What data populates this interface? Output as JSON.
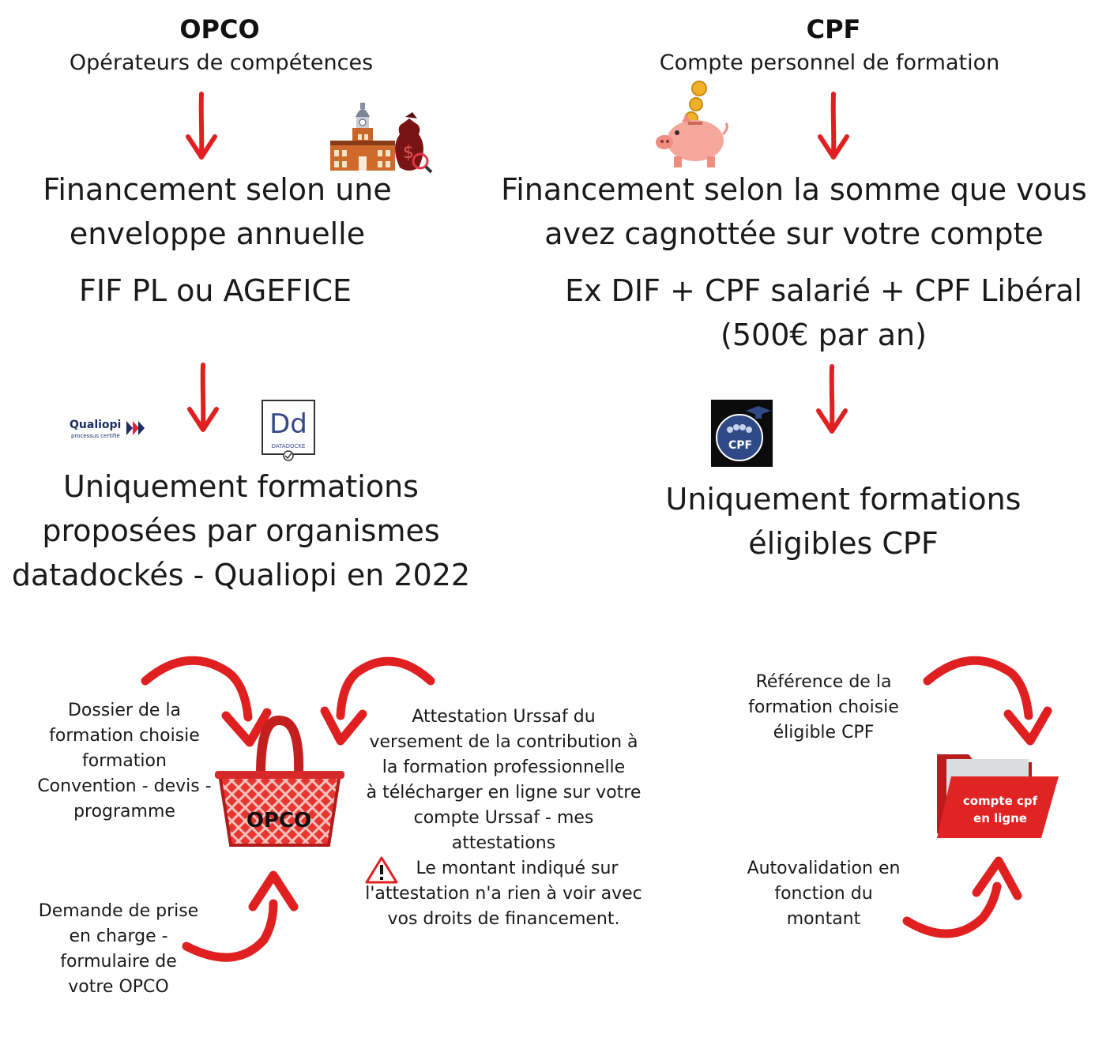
{
  "opco": {
    "title": "OPCO",
    "subtitle": "Opérateurs de compétences",
    "financing": "Financement selon une\nenveloppe annuelle",
    "funds": "FIF PL ou AGEFICE",
    "restriction": "Uniquement formations\nproposées par organismes\ndatadockés - Qualiopi en 2022",
    "qualiopi_logo": {
      "name": "Qualiopi",
      "sub": "processus certifié"
    },
    "datadock_logo": {
      "letters": "Dd",
      "caption": "DATADOCKÉ"
    },
    "dossier": "Dossier de la\nformation choisie\nformation\nConvention - devis -\nprogramme",
    "demande": "Demande de prise\nen charge -\nformulaire de\nvotre OPCO",
    "attestation": "Attestation Urssaf du\nversement de la contribution à\nla formation professionnelle\nà télécharger en ligne sur votre\ncompte Urssaf - mes\nattestations",
    "warning": "Le montant indiqué sur\nl'attestation n'a rien à voir avec\nvos droits de financement.",
    "basket_label": "OPCO"
  },
  "cpf": {
    "title": "CPF",
    "subtitle": "Compte personnel de formation",
    "financing": "Financement selon la somme que vous\navez cagnottée sur votre compte",
    "funds": "Ex DIF + CPF salarié + CPF Libéral\n(500€ par an)",
    "restriction": "Uniquement formations\néligibles CPF",
    "cpf_logo": "CPF",
    "reference": "Référence de la\nformation choisie\néligible CPF",
    "autovalidation": "Autovalidation en\nfonction du\nmontant",
    "folder_label": "compte cpf\nen ligne"
  },
  "colors": {
    "arrow": "#e02020",
    "folder": "#d91f1f",
    "basket": "#d82a2a"
  }
}
